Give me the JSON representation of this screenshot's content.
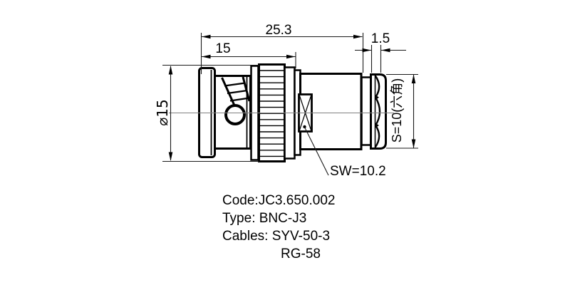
{
  "drawing": {
    "dim_total_length": "25.3",
    "dim_front_length": "15",
    "dim_groove": "1.5",
    "dim_diameter": "⌀15",
    "dim_hex": "S=10(六角)",
    "dim_wrench": "SW=10.2"
  },
  "notes": {
    "line1": "Code:JC3.650.002",
    "line2": "Type: BNC-J3",
    "line3": "Cables: SYV-50-3",
    "line4": "RG-58"
  },
  "colors": {
    "line": "#000000",
    "dim_line": "#1a1a1a",
    "centerline": "#808080",
    "background": "#ffffff"
  }
}
